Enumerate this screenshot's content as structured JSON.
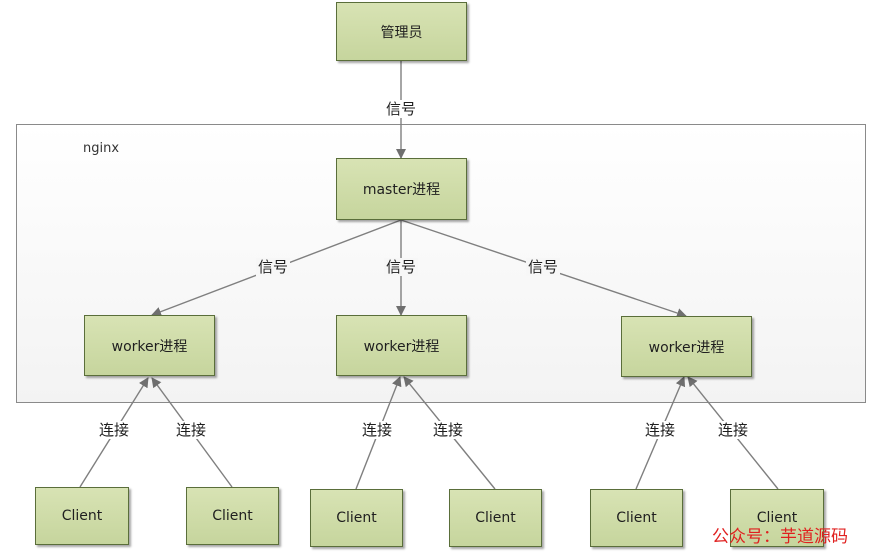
{
  "container": {
    "label": "nginx"
  },
  "nodes": {
    "admin": "管理员",
    "master": "master进程",
    "worker1": "worker进程",
    "worker2": "worker进程",
    "worker3": "worker进程",
    "client1": "Client",
    "client2": "Client",
    "client3": "Client",
    "client4": "Client",
    "client5": "Client",
    "client6": "Client"
  },
  "edge_labels": {
    "admin_master": "信号",
    "master_worker1": "信号",
    "master_worker2": "信号",
    "master_worker3": "信号",
    "conn1": "连接",
    "conn2": "连接",
    "conn3": "连接",
    "conn4": "连接",
    "conn5": "连接",
    "conn6": "连接"
  },
  "watermark": "公众号：芋道源码",
  "colors": {
    "node_fill": "#c6d59d",
    "node_border": "#5a6e3a",
    "line": "#7f7f7f",
    "watermark": "#e0201f"
  }
}
